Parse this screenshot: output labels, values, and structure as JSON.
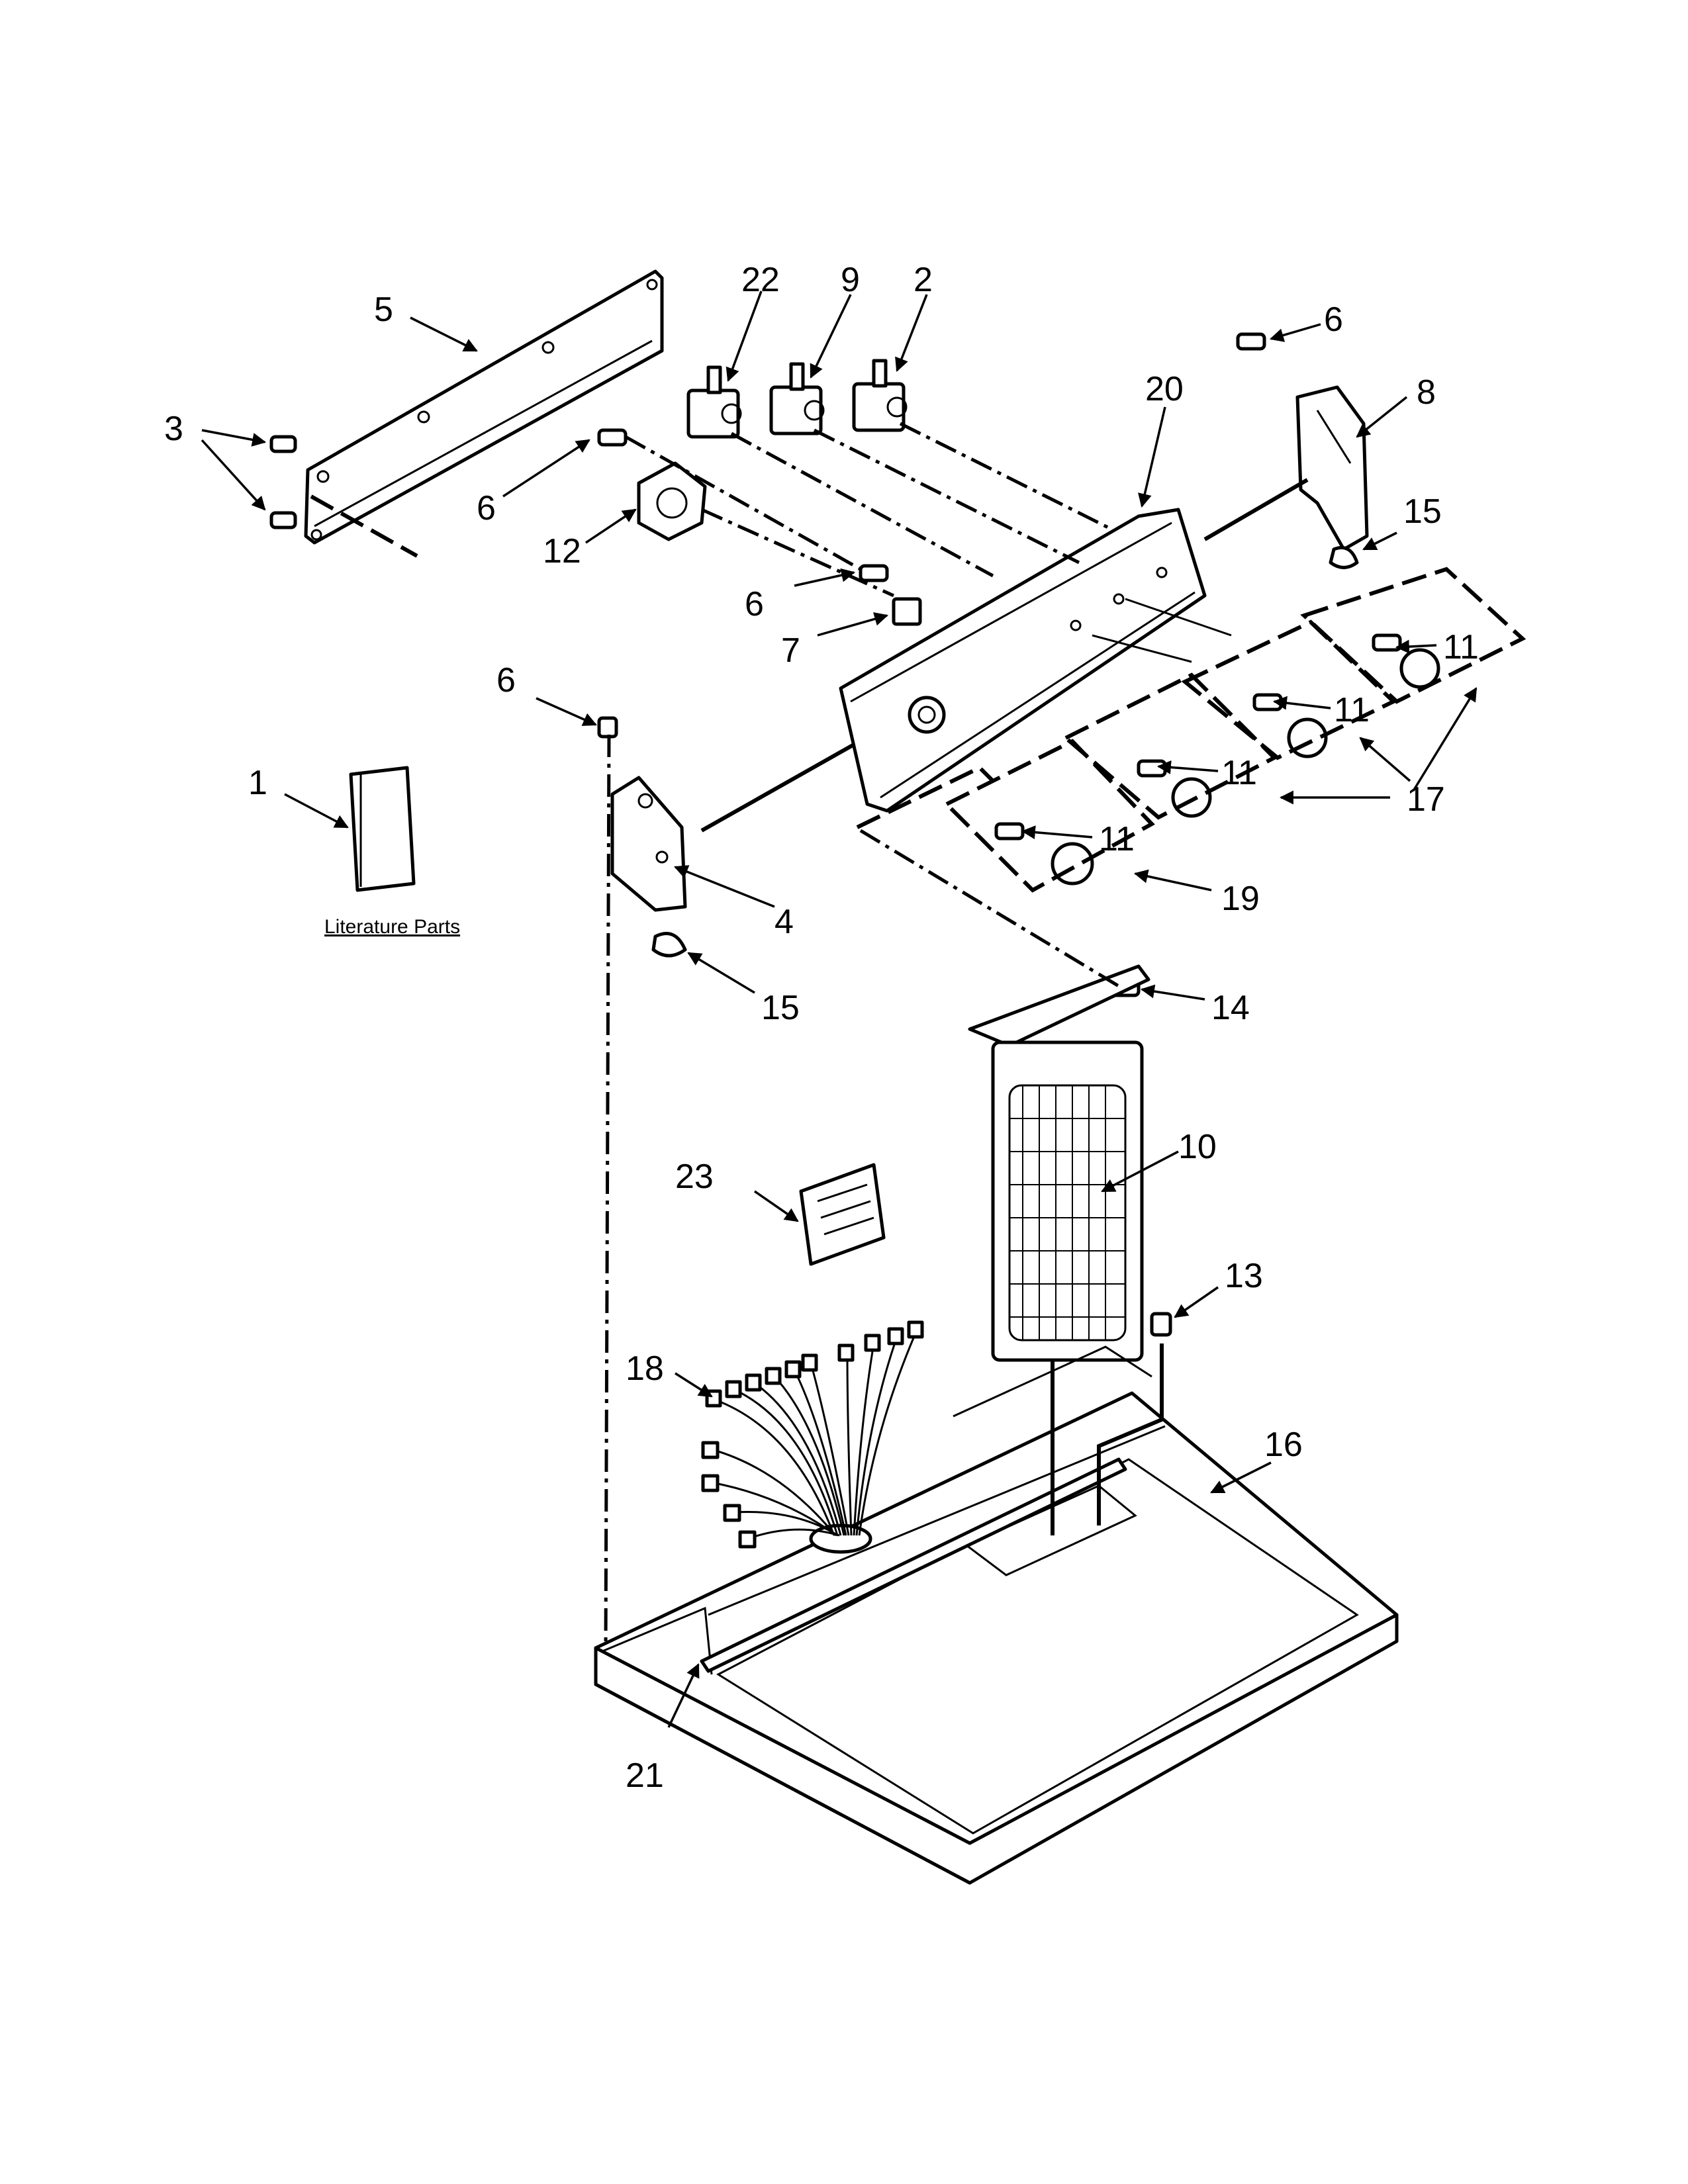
{
  "callouts": {
    "c1": "1",
    "c2": "2",
    "c3": "3",
    "c4": "4",
    "c5": "5",
    "c6a": "6",
    "c6b": "6",
    "c6c": "6",
    "c6d": "6",
    "c7": "7",
    "c8": "8",
    "c9": "9",
    "c10": "10",
    "c11a": "11",
    "c11b": "11",
    "c11c": "11",
    "c11d": "11",
    "c12": "12",
    "c13": "13",
    "c14": "14",
    "c15a": "15",
    "c15b": "15",
    "c16": "16",
    "c17": "17",
    "c18": "18",
    "c19": "19",
    "c20": "20",
    "c21": "21",
    "c22": "22",
    "c23": "23"
  },
  "literature_label": "Literature Parts"
}
